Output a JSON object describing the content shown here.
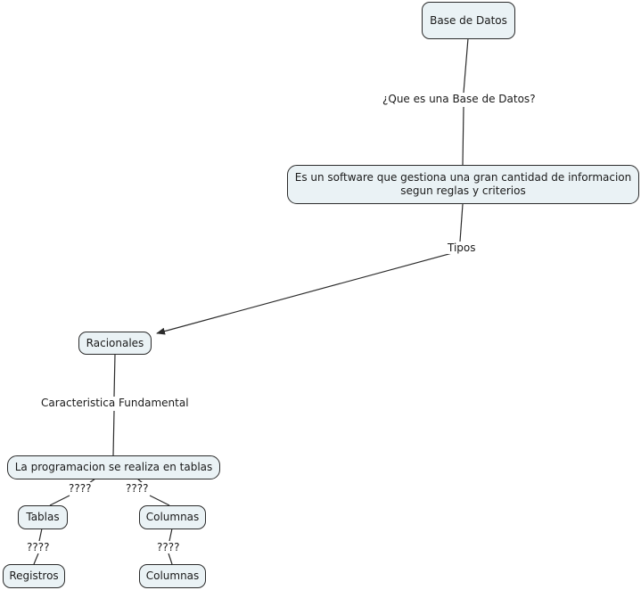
{
  "map": {
    "title": "Base de Datos",
    "nodes": [
      {
        "id": "base-de-datos",
        "label": "Base de Datos"
      },
      {
        "id": "definicion",
        "label": "Es un software que gestiona una gran cantidad de informacion segun reglas y criterios"
      },
      {
        "id": "racionales",
        "label": "Racionales"
      },
      {
        "id": "programacion-tablas",
        "label": "La programacion se realiza en tablas"
      },
      {
        "id": "tablas",
        "label": "Tablas"
      },
      {
        "id": "columnas",
        "label": "Columnas"
      },
      {
        "id": "registros",
        "label": "Registros"
      },
      {
        "id": "columnas-hijo",
        "label": "Columnas"
      }
    ],
    "edge_labels": {
      "que_es": "¿Que es una Base de Datos?",
      "tipos": "Tipos",
      "caracteristica": "Caracteristica Fundamental",
      "q_tablas": "????",
      "q_columnas": "????",
      "q_registros": "????",
      "q_columnas_hijo": "????"
    },
    "colors": {
      "node_fill": "#eaf2f5",
      "node_border": "#2b2b2b",
      "edge_line": "#2b2b2b",
      "background": "#ffffff",
      "text": "#1a1a1a"
    }
  }
}
